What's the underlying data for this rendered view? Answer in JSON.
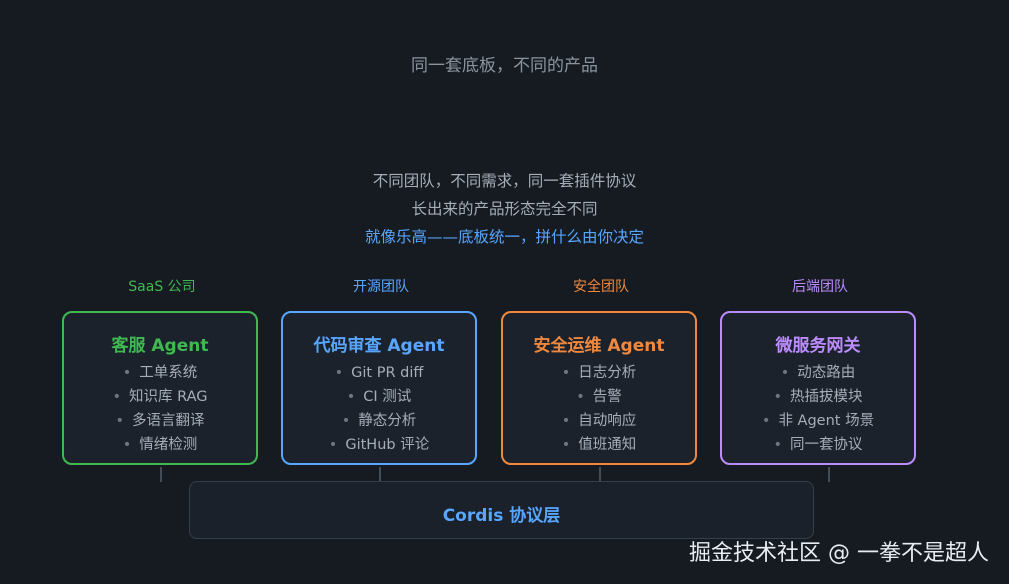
{
  "title": "同一套底板，不同的产品",
  "intro": {
    "line1": "不同团队，不同需求，同一套插件协议",
    "line2": "长出来的产品形态完全不同",
    "line3": "就像乐高——底板统一，拼什么由你决定"
  },
  "teams": [
    {
      "label": "SaaS 公司",
      "title": "客服 Agent",
      "items": [
        "工单系统",
        "知识库 RAG",
        "多语言翻译",
        "情绪检测"
      ],
      "color": "#3fb950"
    },
    {
      "label": "开源团队",
      "title": "代码审查 Agent",
      "items": [
        "Git PR diff",
        "CI 测试",
        "静态分析",
        "GitHub 评论"
      ],
      "color": "#58a6ff"
    },
    {
      "label": "安全团队",
      "title": "安全运维 Agent",
      "items": [
        "日志分析",
        "告警",
        "自动响应",
        "值班通知"
      ],
      "color": "#f0883e"
    },
    {
      "label": "后端团队",
      "title": "微服务网关",
      "items": [
        "动态路由",
        "热插拔模块",
        "非 Agent 场景",
        "同一套协议"
      ],
      "color": "#bc8cff"
    }
  ],
  "protocol_layer": {
    "label": "Cordis 协议层"
  },
  "bullet": "•",
  "watermark": "掘金技术社区 @ 一拳不是超人"
}
